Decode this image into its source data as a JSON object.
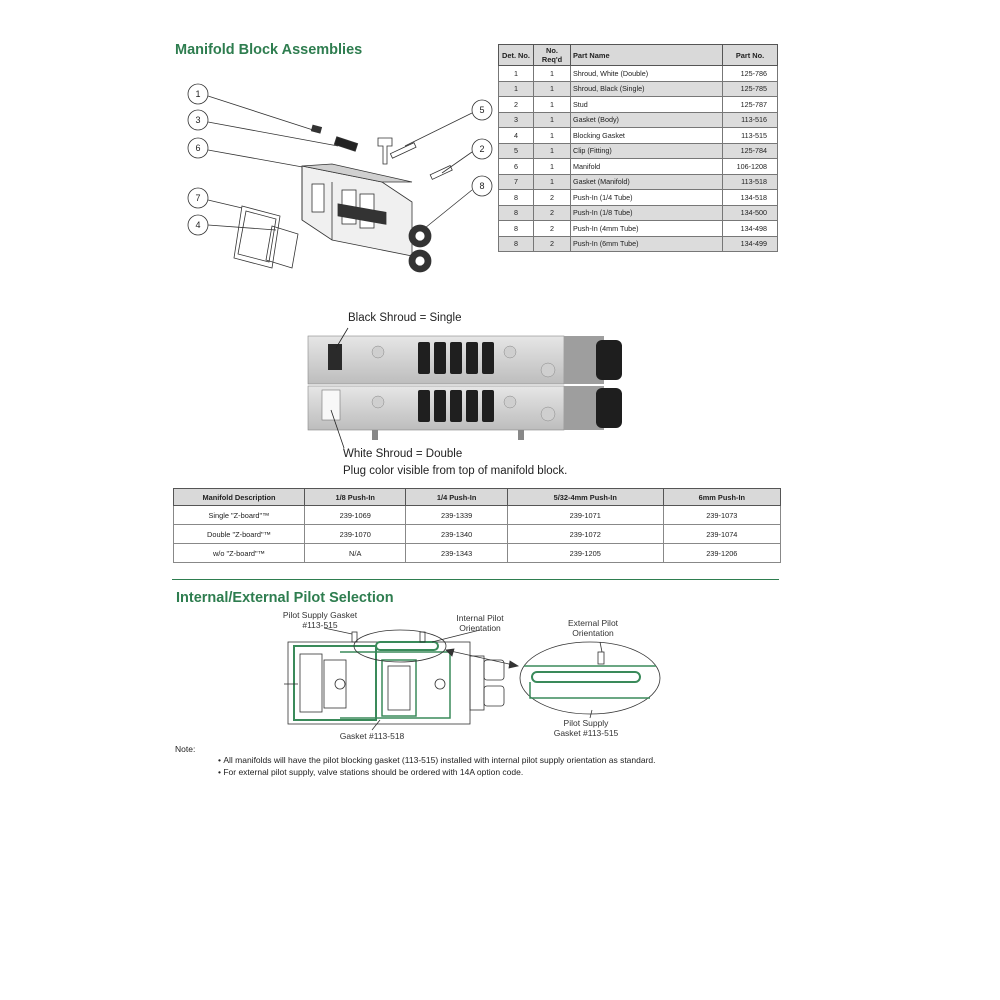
{
  "section1": {
    "title": "Manifold Block Assemblies"
  },
  "callouts": [
    "1",
    "3",
    "6",
    "7",
    "4",
    "5",
    "2",
    "8"
  ],
  "parts_table": {
    "headers": [
      "Det. No.",
      "No. Req'd",
      "Part Name",
      "Part No."
    ],
    "rows": [
      [
        "1",
        "1",
        "Shroud, White (Double)",
        "125-786"
      ],
      [
        "1",
        "1",
        "Shroud, Black (Single)",
        "125-785"
      ],
      [
        "2",
        "1",
        "Stud",
        "125-787"
      ],
      [
        "3",
        "1",
        "Gasket (Body)",
        "113-516"
      ],
      [
        "4",
        "1",
        "Blocking Gasket",
        "113-515"
      ],
      [
        "5",
        "1",
        "Clip (Fitting)",
        "125-784"
      ],
      [
        "6",
        "1",
        "Manifold",
        "106-1208"
      ],
      [
        "7",
        "1",
        "Gasket (Manifold)",
        "113-518"
      ],
      [
        "8",
        "2",
        "Push-In (1/4 Tube)",
        "134-518"
      ],
      [
        "8",
        "2",
        "Push-In (1/8 Tube)",
        "134-500"
      ],
      [
        "8",
        "2",
        "Push-In (4mm Tube)",
        "134-498"
      ],
      [
        "8",
        "2",
        "Push-In (6mm Tube)",
        "134-499"
      ]
    ]
  },
  "shroud_figure": {
    "black_label": "Black Shroud = Single",
    "white_label": "White Shroud = Double",
    "plug_note": "Plug color visible from top of manifold block."
  },
  "manifold_table": {
    "headers": [
      "Manifold Description",
      "1/8 Push-In",
      "1/4 Push-In",
      "5/32-4mm Push-In",
      "6mm Push-In"
    ],
    "rows": [
      [
        "Single \"Z-board\"™",
        "239-1069",
        "239-1339",
        "239-1071",
        "239-1073"
      ],
      [
        "Double \"Z-board\"™",
        "239-1070",
        "239-1340",
        "239-1072",
        "239-1074"
      ],
      [
        "w/o \"Z-board\"™",
        "N/A",
        "239-1343",
        "239-1205",
        "239-1206"
      ]
    ]
  },
  "section2": {
    "title": "Internal/External Pilot Selection"
  },
  "pilot_labels": {
    "pilot_gasket_top_1": "Pilot Supply Gasket",
    "pilot_gasket_top_2": "#113-515",
    "internal_1": "Internal Pilot",
    "internal_2": "Orientation",
    "external_1": "External Pilot",
    "external_2": "Orientation",
    "gasket_518": "Gasket #113-518",
    "pilot_gasket_bottom_1": "Pilot Supply",
    "pilot_gasket_bottom_2": "Gasket #113-515"
  },
  "note": {
    "label": "Note:",
    "items": [
      "All manifolds will have the pilot blocking gasket (113-515) installed with internal pilot supply orientation as standard.",
      "For external pilot supply, valve stations should be ordered with 14A option code."
    ]
  },
  "colors": {
    "accent": "#2e7d4f",
    "header_gray": "#d9d9d9",
    "pilot_green": "#3a8a5a"
  }
}
